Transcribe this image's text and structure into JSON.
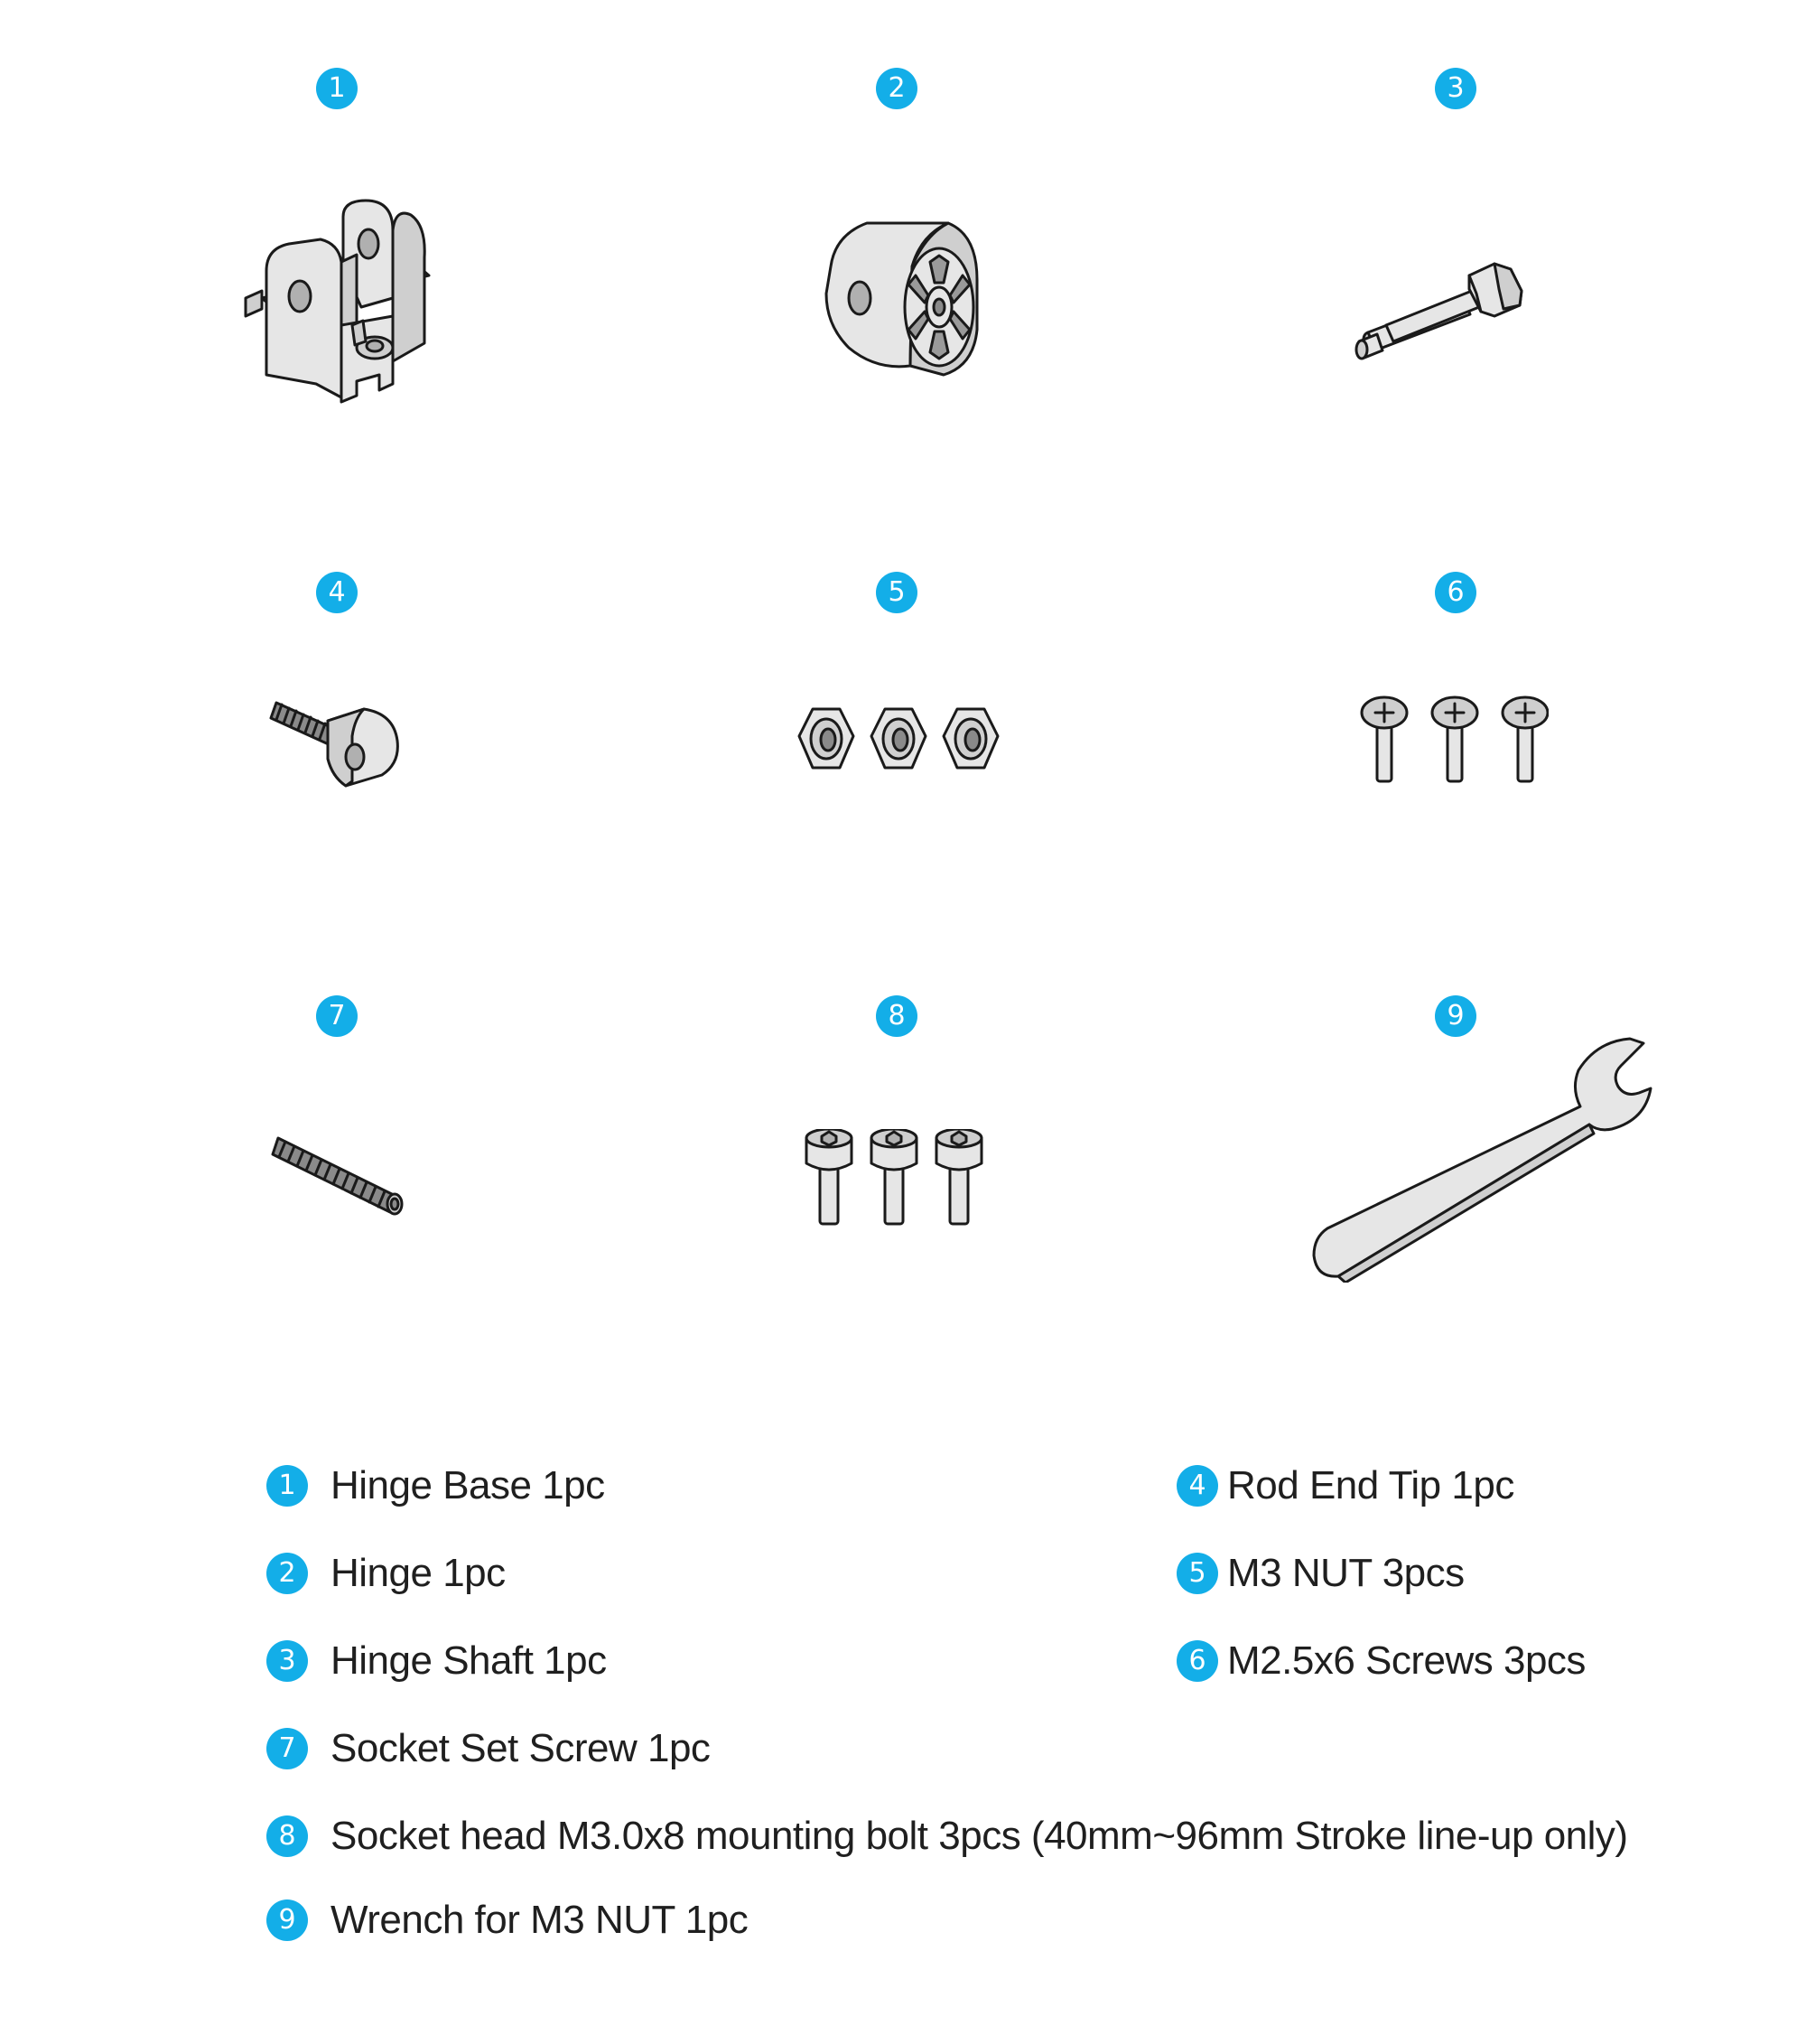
{
  "parts": [
    {
      "num": "1",
      "icon": "hinge-base-icon"
    },
    {
      "num": "2",
      "icon": "hinge-icon"
    },
    {
      "num": "3",
      "icon": "hinge-shaft-icon"
    },
    {
      "num": "4",
      "icon": "rod-end-tip-icon"
    },
    {
      "num": "5",
      "icon": "m3-nut-icon"
    },
    {
      "num": "6",
      "icon": "m2-5-screw-icon"
    },
    {
      "num": "7",
      "icon": "socket-set-screw-icon"
    },
    {
      "num": "8",
      "icon": "socket-head-bolt-icon"
    },
    {
      "num": "9",
      "icon": "wrench-icon"
    }
  ],
  "legend": [
    {
      "num": "1",
      "text": "Hinge Base 1pc"
    },
    {
      "num": "2",
      "text": "Hinge 1pc"
    },
    {
      "num": "3",
      "text": "Hinge Shaft 1pc"
    },
    {
      "num": "4",
      "text": "Rod End Tip 1pc"
    },
    {
      "num": "5",
      "text": "M3 NUT 3pcs"
    },
    {
      "num": "6",
      "text": "M2.5x6 Screws 3pcs"
    },
    {
      "num": "7",
      "text": "Socket Set Screw 1pc"
    },
    {
      "num": "8",
      "text": "Socket head M3.0x8 mounting bolt 3pcs (40mm~96mm Stroke line-up only)"
    },
    {
      "num": "9",
      "text": "Wrench for M3 NUT 1pc"
    }
  ],
  "colors": {
    "badge": "#13aee8",
    "text": "#1f1f1f",
    "line": "#1a1a1a"
  }
}
